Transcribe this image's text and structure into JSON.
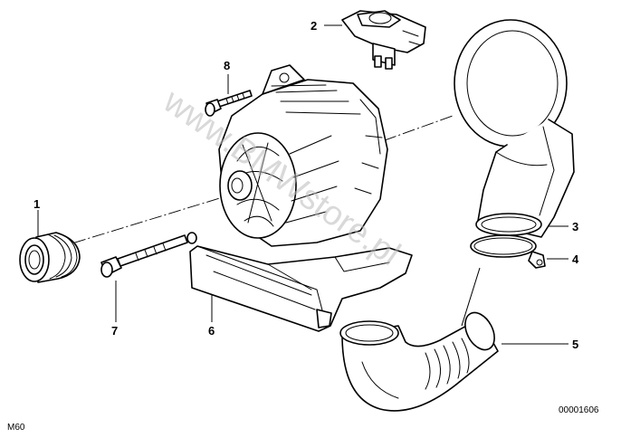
{
  "callouts": {
    "c1": "1",
    "c2": "2",
    "c3": "3",
    "c4": "4",
    "c5": "5",
    "c6": "6",
    "c7": "7",
    "c8": "8"
  },
  "corner_labels": {
    "model": "M60",
    "diagram_number": "00001606"
  },
  "watermark": "www.BMWstore.pl",
  "colors": {
    "line": "#000000",
    "background": "#ffffff",
    "watermark": "#b9b9b9"
  }
}
